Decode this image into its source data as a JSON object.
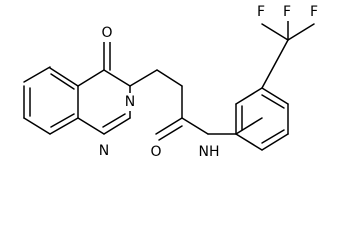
{
  "atoms": {
    "O_ring": "O",
    "N3": "N",
    "N1": "N",
    "O_amide": "O",
    "NH": "NH",
    "F1": "F",
    "F2": "F",
    "F3": "F"
  },
  "colors": {
    "bond": "#000000",
    "text": "#000000",
    "background": "#ffffff"
  }
}
